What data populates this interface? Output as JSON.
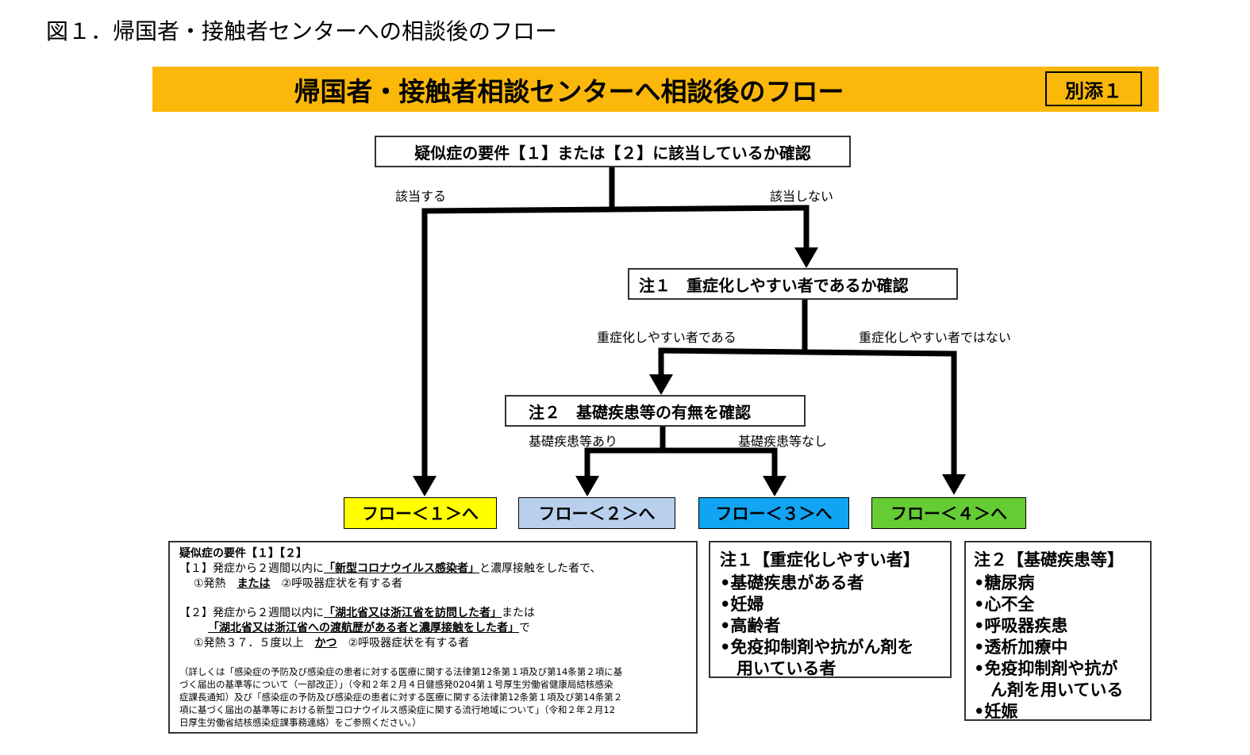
{
  "caption": "図１．帰国者・接触者センターへの相談後のフロー",
  "banner": {
    "title": "帰国者・接触者相談センターへ相談後のフロー",
    "attachment": "別添１"
  },
  "nodes": {
    "check1": "疑似症の要件【１】または【２】に該当しているか確認",
    "check2": "注１　重症化しやすい者であるか確認",
    "check3": "注２　基礎疾患等の有無を確認"
  },
  "edges": {
    "yes1": "該当する",
    "no1": "該当しない",
    "yes2": "重症化しやすい者である",
    "no2": "重症化しやすい者ではない",
    "yes3": "基礎疾患等あり",
    "no3": "基礎疾患等なし"
  },
  "flows": [
    {
      "label": "フロー＜１＞へ",
      "color": "#ffff00"
    },
    {
      "label": "フロー＜２＞へ",
      "color": "#b8d0ee"
    },
    {
      "label": "フロー＜３＞へ",
      "color": "#10a4f2"
    },
    {
      "label": "フロー＜４＞へ",
      "color": "#66cc33"
    }
  ],
  "conditions": {
    "heading": "疑似症の要件【１】【２】",
    "c1_prefix": "【１】発症から２週間以内に",
    "c1_emph": "「新型コロナウイルス感染者」",
    "c1_suffix": "と濃厚接触をした者で、",
    "c1_sym_a": "①発熱",
    "c1_or": "または",
    "c1_sym_b": "②呼吸器症状を有する者",
    "c2_prefix": "【２】発症から２週間以内に",
    "c2_emph1": "「湖北省又は浙江省を訪問した者」",
    "c2_or": "または",
    "c2_emph2": "「湖北省又は浙江省への渡航歴がある者と濃厚接触をした者」",
    "c2_de": "で",
    "c2_sym_a": "①発熱３７．５度以上",
    "c2_and": "かつ",
    "c2_sym_b": "②呼吸器症状を有する者",
    "ref_lines": [
      "（詳しくは「感染症の予防及び感染症の患者に対する医療に関する法律第12条第１項及び第14条第２項に基",
      "づく届出の基準等について（一部改正）」（令和２年２月４日健感発0204第１号厚生労働省健康局結核感染",
      "症課長通知）及び「感染症の予防及び感染症の患者に対する医療に関する法律第12条第１項及び第14条第２",
      "項に基づく届出の基準等における新型コロナウイルス感染症に関する流行地域について」（令和２年２月12",
      "日厚生労働省結核感染症課事務連絡）をご参照ください。）"
    ]
  },
  "note1": {
    "title": "注１【重症化しやすい者】",
    "items": [
      "•基礎疾患がある者",
      "•妊婦",
      "•高齢者",
      "•免疫抑制剤や抗がん剤を",
      "　用いている者"
    ]
  },
  "note2": {
    "title": "注２【基礎疾患等】",
    "items": [
      "•糖尿病",
      "•心不全",
      "•呼吸器疾患",
      "•透析加療中",
      "•免疫抑制剤や抗が",
      "　ん剤を用いている",
      "•妊娠"
    ]
  }
}
